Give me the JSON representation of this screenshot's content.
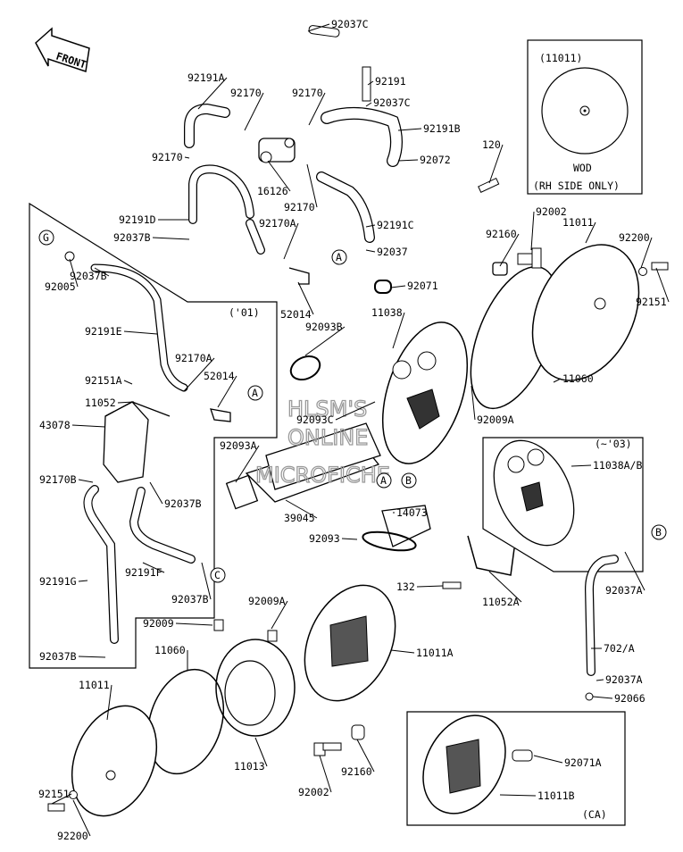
{
  "diagram": {
    "direction_label": "FRONT",
    "watermark": [
      "HLSM'S",
      "ONLINE",
      "MICROFICHE"
    ],
    "inset_top_right": {
      "part": "(11011)",
      "caption": "WOD",
      "note": "(RH SIDE ONLY)"
    },
    "inset_left": {
      "note": "('01)"
    },
    "inset_mid_right": {
      "note": "(~'03)"
    },
    "inset_bottom_right": {
      "note": "(CA)"
    },
    "callouts": {
      "a": "A",
      "b": "B",
      "c": "C",
      "g": "G"
    },
    "labels": [
      "92037C",
      "92191A",
      "92170",
      "92170",
      "92191",
      "92037C",
      "92191B",
      "92170",
      "120",
      "92072",
      "16126",
      "92170",
      "92191D",
      "92170A",
      "92191C",
      "92037B",
      "92037",
      "92002",
      "11011",
      "92160",
      "92200",
      "92005",
      "92037B",
      "92071",
      "92151",
      "52014",
      "11038",
      "('01)",
      "92093B",
      "92191E",
      "11060",
      "92170A",
      "92151A",
      "52014",
      "11052",
      "92093C",
      "92009A",
      "43078",
      "92093A",
      "11038A/B",
      "92170B",
      "92037B",
      "39045",
      "14073",
      "92093",
      "92037A",
      "92191G",
      "92191F",
      "92037B",
      "132",
      "11052A",
      "92009A",
      "92009",
      "702/A",
      "11011A",
      "92037B",
      "11060",
      "92037A",
      "92066",
      "11011",
      "11013",
      "92002",
      "92160",
      "92071A",
      "92151",
      "11011B",
      "92200"
    ]
  }
}
